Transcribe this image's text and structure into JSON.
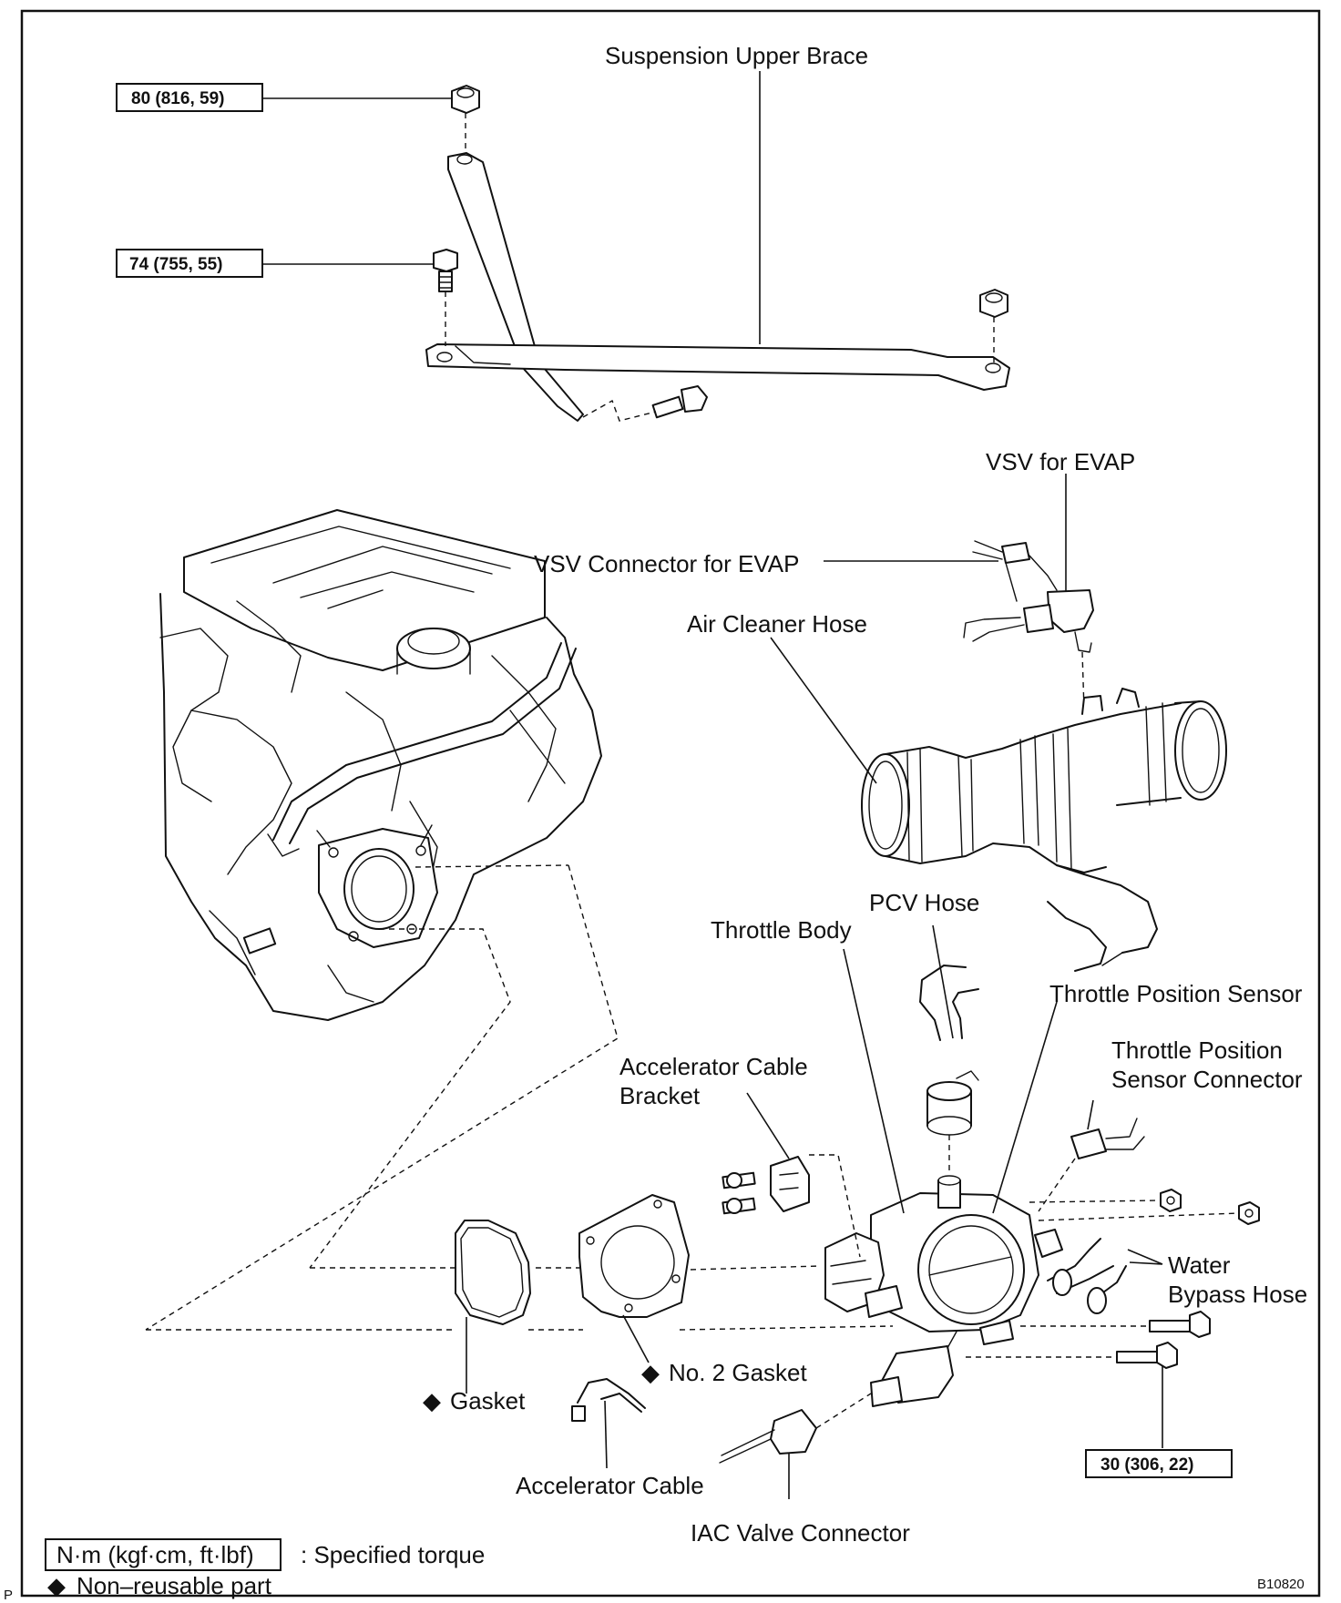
{
  "labels": {
    "suspension_upper_brace": "Suspension Upper Brace",
    "vsv_for_evap": "VSV for EVAP",
    "vsv_connector_for_evap": "VSV Connector for EVAP",
    "air_cleaner_hose": "Air Cleaner Hose",
    "pcv_hose": "PCV Hose",
    "throttle_body": "Throttle Body",
    "throttle_position_sensor": "Throttle Position Sensor",
    "tps_connector_line1": "Throttle Position",
    "tps_connector_line2": "Sensor Connector",
    "accel_bracket_line1": "Accelerator Cable",
    "accel_bracket_line2": "Bracket",
    "water_bypass_line1": "Water",
    "water_bypass_line2": "Bypass Hose",
    "gasket": "Gasket",
    "no2_gasket": "No. 2 Gasket",
    "accelerator_cable": "Accelerator Cable",
    "iac_valve_connector": "IAC Valve Connector"
  },
  "torques": {
    "t80": "80 (816, 59)",
    "t74": "74 (755, 55)",
    "t30": "30 (306, 22)"
  },
  "legend": {
    "unit_box": "N·m (kgf·cm, ft·lbf)",
    "unit_text": ": Specified torque",
    "non_reusable": "Non–reusable part",
    "diamond": "◆"
  },
  "corner": {
    "page_letter": "P",
    "figure_code": "B10820"
  }
}
